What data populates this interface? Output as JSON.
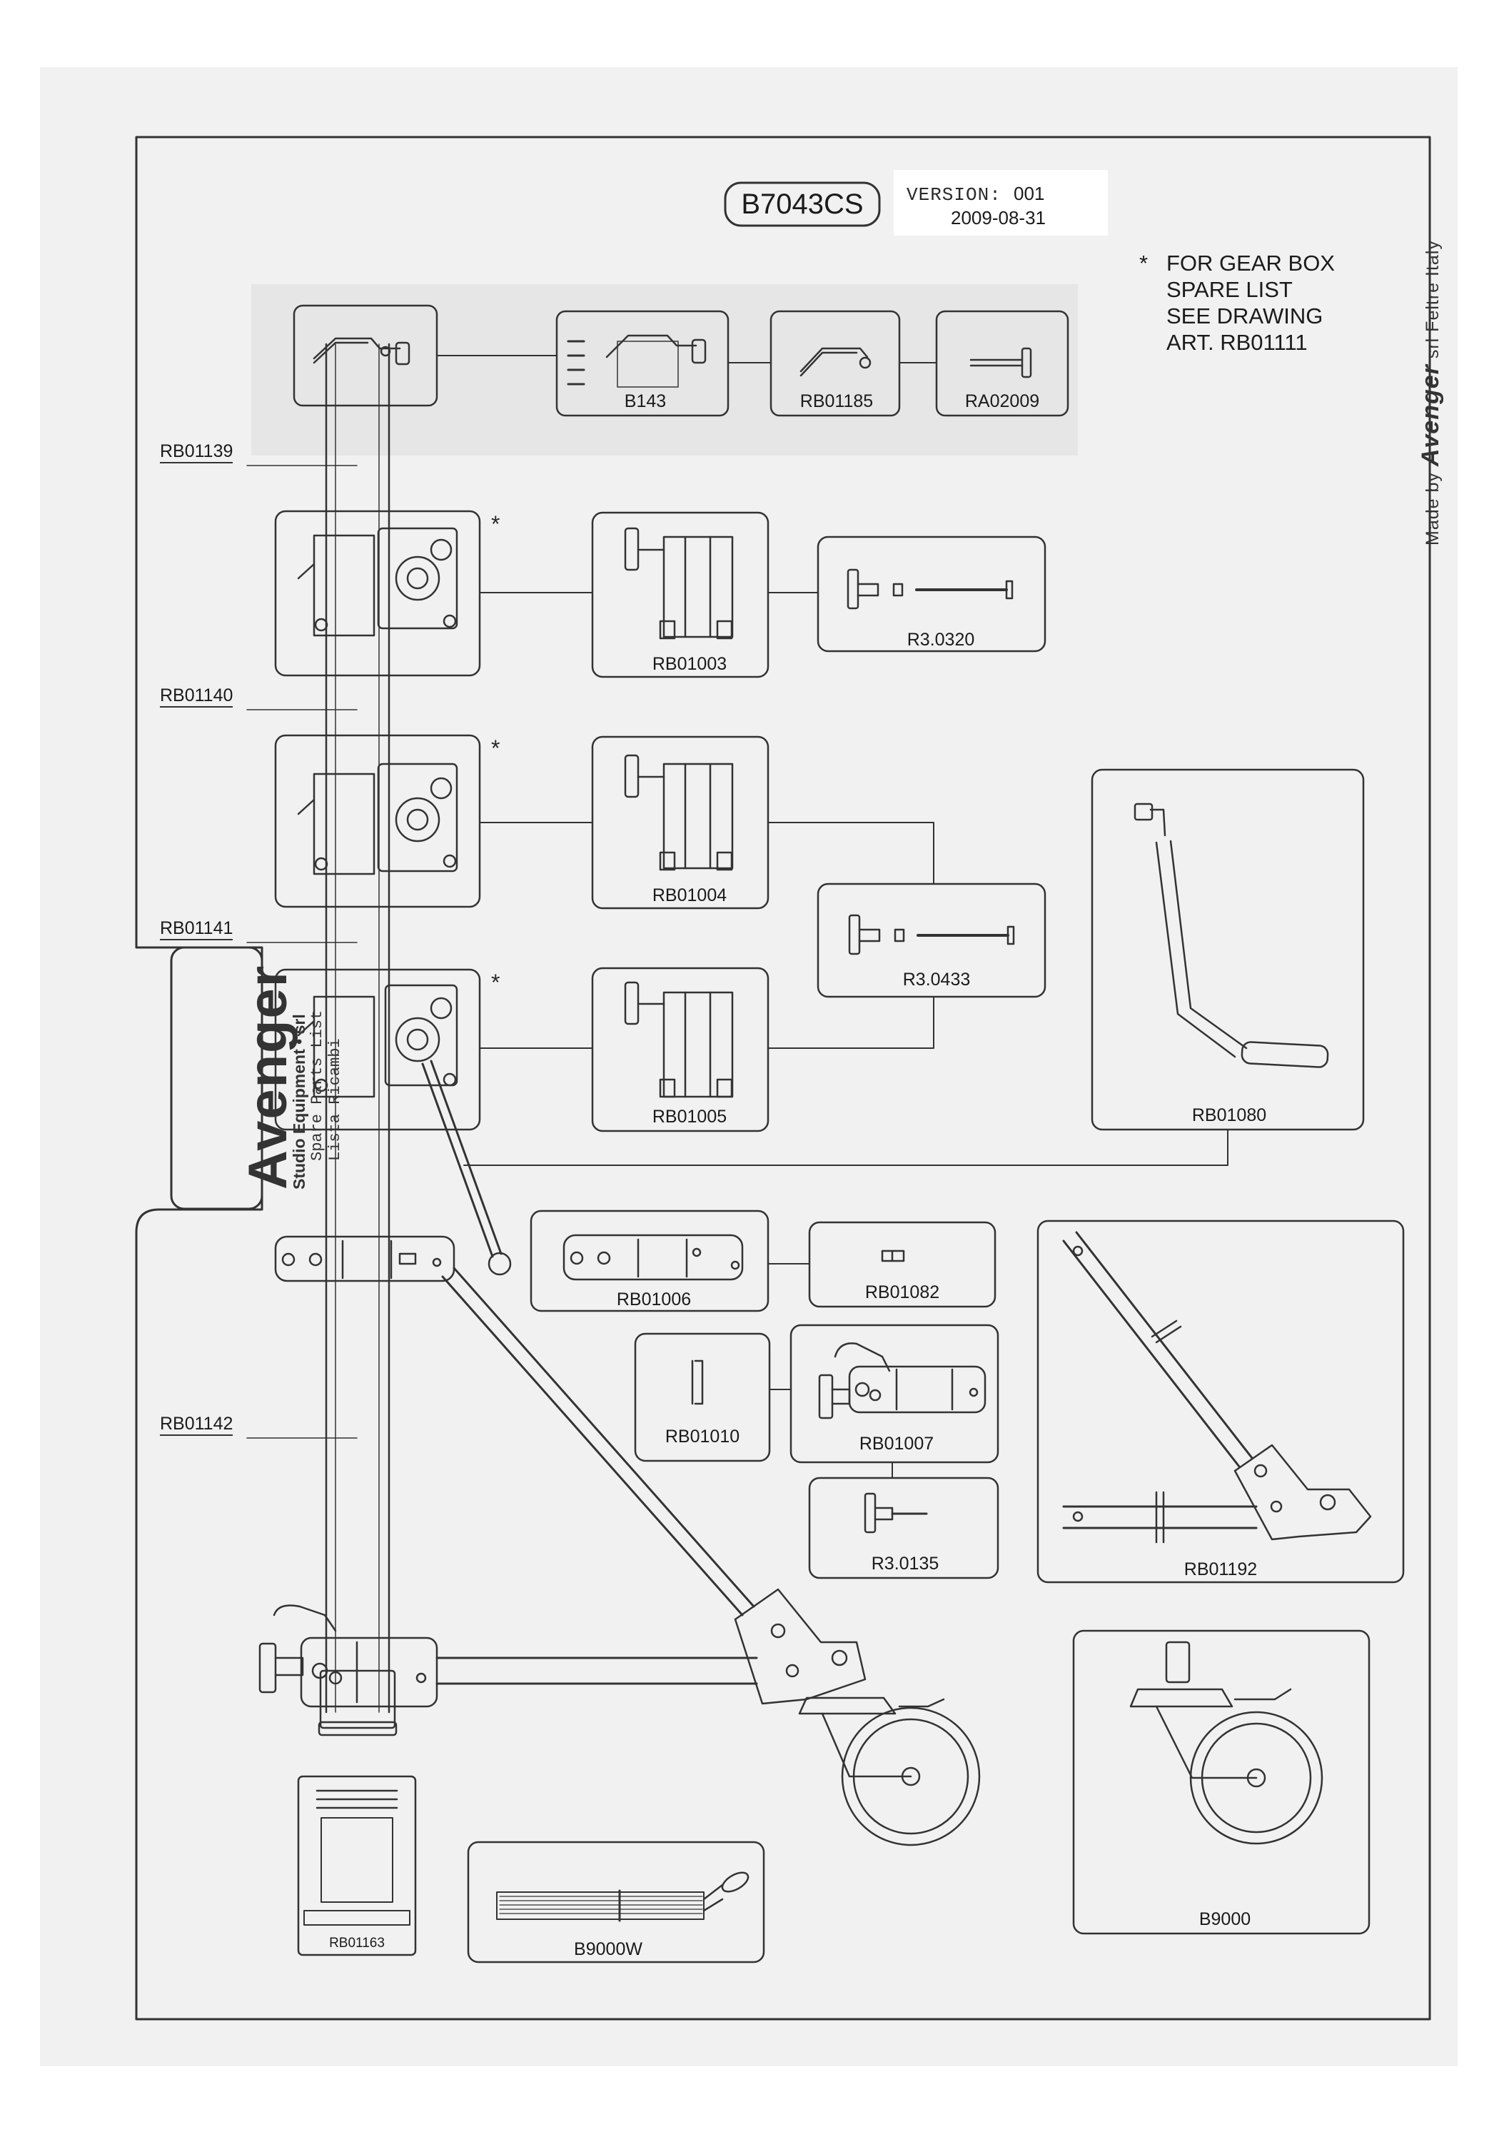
{
  "header": {
    "model": "B7043CS",
    "version_label": "VERSION:",
    "version_value": "001",
    "date": "2009-08-31"
  },
  "note": {
    "asterisk": "*",
    "lines": [
      "FOR GEAR BOX",
      "SPARE LIST",
      "SEE DRAWING",
      "ART. RB01111"
    ]
  },
  "side_credit": {
    "prefix": "Made by",
    "brand": "Avenger",
    "suffix": "srl  Feltre  Italy"
  },
  "branding": {
    "name": "Avenger",
    "subtitle": "Studio Equipment • srl",
    "line1": "Spare Parts List",
    "line2": "Lista Ricambi"
  },
  "column_sections": {
    "rb01139": "RB01139",
    "rb01140": "RB01140",
    "rb01141": "RB01141",
    "rb01142": "RB01142"
  },
  "gearbox_marker": "*",
  "parts": {
    "b143": "B143",
    "rb01185": "RB01185",
    "ra02009": "RA02009",
    "rb01003": "RB01003",
    "r30320": "R3.0320",
    "rb01004": "RB01004",
    "r30433": "R3.0433",
    "rb01005": "RB01005",
    "rb01080": "RB01080",
    "rb01006": "RB01006",
    "rb01082": "RB01082",
    "rb01010": "RB01010",
    "rb01007": "RB01007",
    "r30135": "R3.0135",
    "rb01192": "RB01192",
    "b9000": "B9000",
    "rb01163": "RB01163",
    "b9000w": "B9000W"
  },
  "icons": [
    "clamp-lever",
    "t-handle",
    "gear-box",
    "crank-handle",
    "caster-wheel",
    "strap",
    "spec-card"
  ]
}
